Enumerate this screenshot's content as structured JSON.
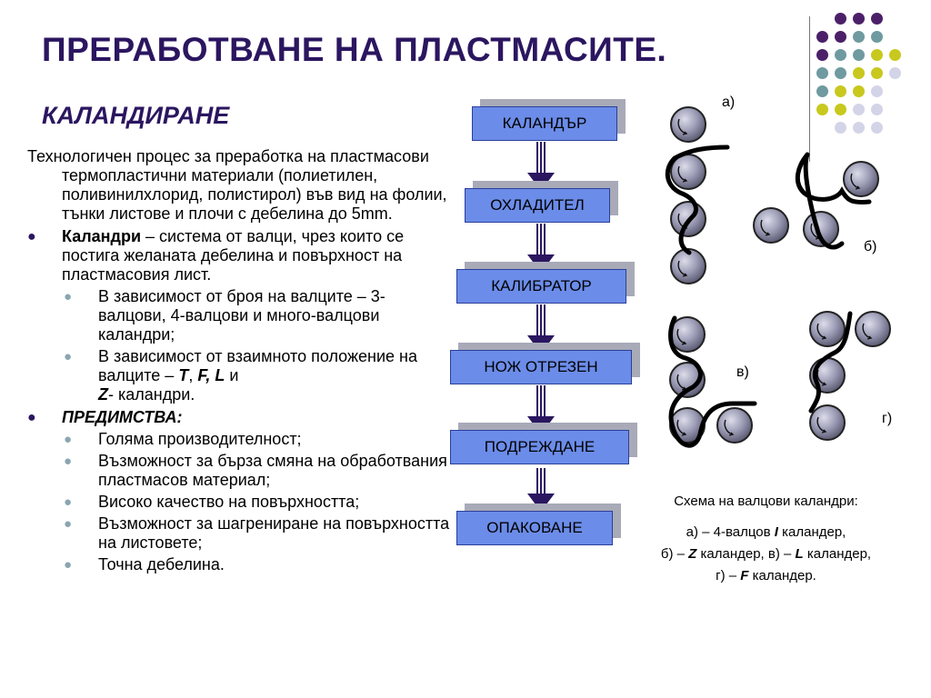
{
  "header": {
    "title": "ПРЕРАБОТВАНЕ НА ПЛАСТМАСИТЕ.",
    "subtitle": "КАЛАНДИРАНЕ"
  },
  "content": {
    "intro": "Технологичен процес за преработка на пластмасови термопластични материали (полиетилен, поливинилхлорид, полистирол) във вид на фолии, тънки листове и плочи с дебелина до 5mm.",
    "calenders": {
      "term": "Каландри",
      "text": " – система от валци, чрез които се постига желаната дебелина и повърхност на пластмасовия лист."
    },
    "by_count": "В зависимост от броя на валците – 3-валцови, 4-валцови и много-валцови каландри;",
    "by_position": {
      "pre": "В зависимост от взаимното положение на валците – ",
      "t": "T",
      "sep1": ", ",
      "f": "F, L",
      "and": " и",
      "z": "Z",
      "post": "- каландри."
    },
    "advantages_title": "ПРЕДИМСТВА:",
    "advantages": [
      "Голяма производителност;",
      "Възможност за бърза смяна на обработвания пластмасов материал;",
      "Високо качество на повърхността;",
      "Възможност за шагрениране на повърхността на листовете;",
      "Точна дебелина."
    ]
  },
  "flow": {
    "steps": [
      "КАЛАНДЪР",
      "ОХЛАДИТЕЛ",
      "КАЛИБРАТОР",
      "НОЖ ОТРЕЗЕН",
      "ПОДРЕЖДАНЕ",
      "ОПАКОВАНЕ"
    ]
  },
  "diagram": {
    "labels": {
      "a": "а)",
      "b": "б)",
      "v": "в)",
      "g": "г)"
    },
    "caption_title": "Схема на валцови каландри:",
    "caption_line1_pre": "а) – 4-валцов ",
    "caption_line1_em": "I",
    "caption_line1_post": " каландер,",
    "caption_line2_pre": "б) – ",
    "caption_line2_em1": "Z",
    "caption_line2_mid": " каландер, в) – ",
    "caption_line2_em2": "L",
    "caption_line2_post": " каландер,",
    "caption_line3_pre": "г) – ",
    "caption_line3_em": "F",
    "caption_line3_post": " каландер."
  },
  "colors": {
    "title": "#2b1660",
    "box_fill": "#6b8ce8",
    "box_shadow": "#a8aab8",
    "arrow": "#2b1660",
    "roll": "#8e8ea6",
    "dot_purple": "#4b2069",
    "dot_teal": "#6f9aa0",
    "dot_yellow": "#c8c81e",
    "dot_lavender": "#d4d4e8"
  }
}
